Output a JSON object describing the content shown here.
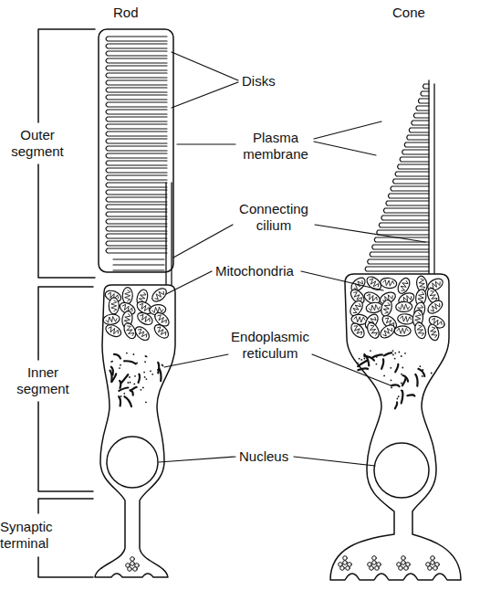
{
  "diagram": {
    "labels": [
      "Rod",
      "Cone",
      "Disks",
      "Outer segment",
      "Plasma membrane",
      "Connecting cilium",
      "Mitochondria",
      "Endoplasmic reticulum",
      "Inner segment",
      "Nucleus",
      "Synaptic terminal"
    ]
  }
}
